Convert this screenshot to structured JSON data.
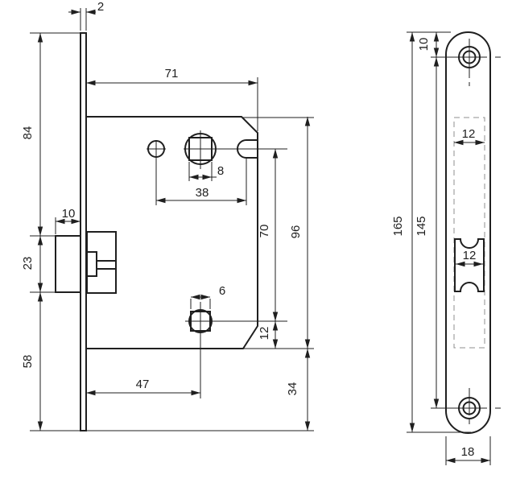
{
  "drawing_title": "mortise-latch-lock-dimensioned-drawing",
  "dims": {
    "faceplate_thickness": "2",
    "body_width": "71",
    "upper_height": "84",
    "latch_protrusion": "10",
    "latch_height": "23",
    "lower_height": "58",
    "spindle_square": "8",
    "aux_hole_spacing": "38",
    "hole_center_distance": "70",
    "body_height": "96",
    "bottom_square_offset": "12",
    "backset": "47",
    "bottom_square": "6",
    "below_body": "34",
    "plate_screw_top_offset": "10",
    "plate_cutout_width": "12",
    "plate_height": "165",
    "plate_screw_spacing": "145",
    "plate_latch_width": "12",
    "plate_width": "18"
  },
  "colors": {
    "line": "#1f1f1f",
    "dashed_line": "#8f8f8f",
    "background": "#ffffff"
  }
}
